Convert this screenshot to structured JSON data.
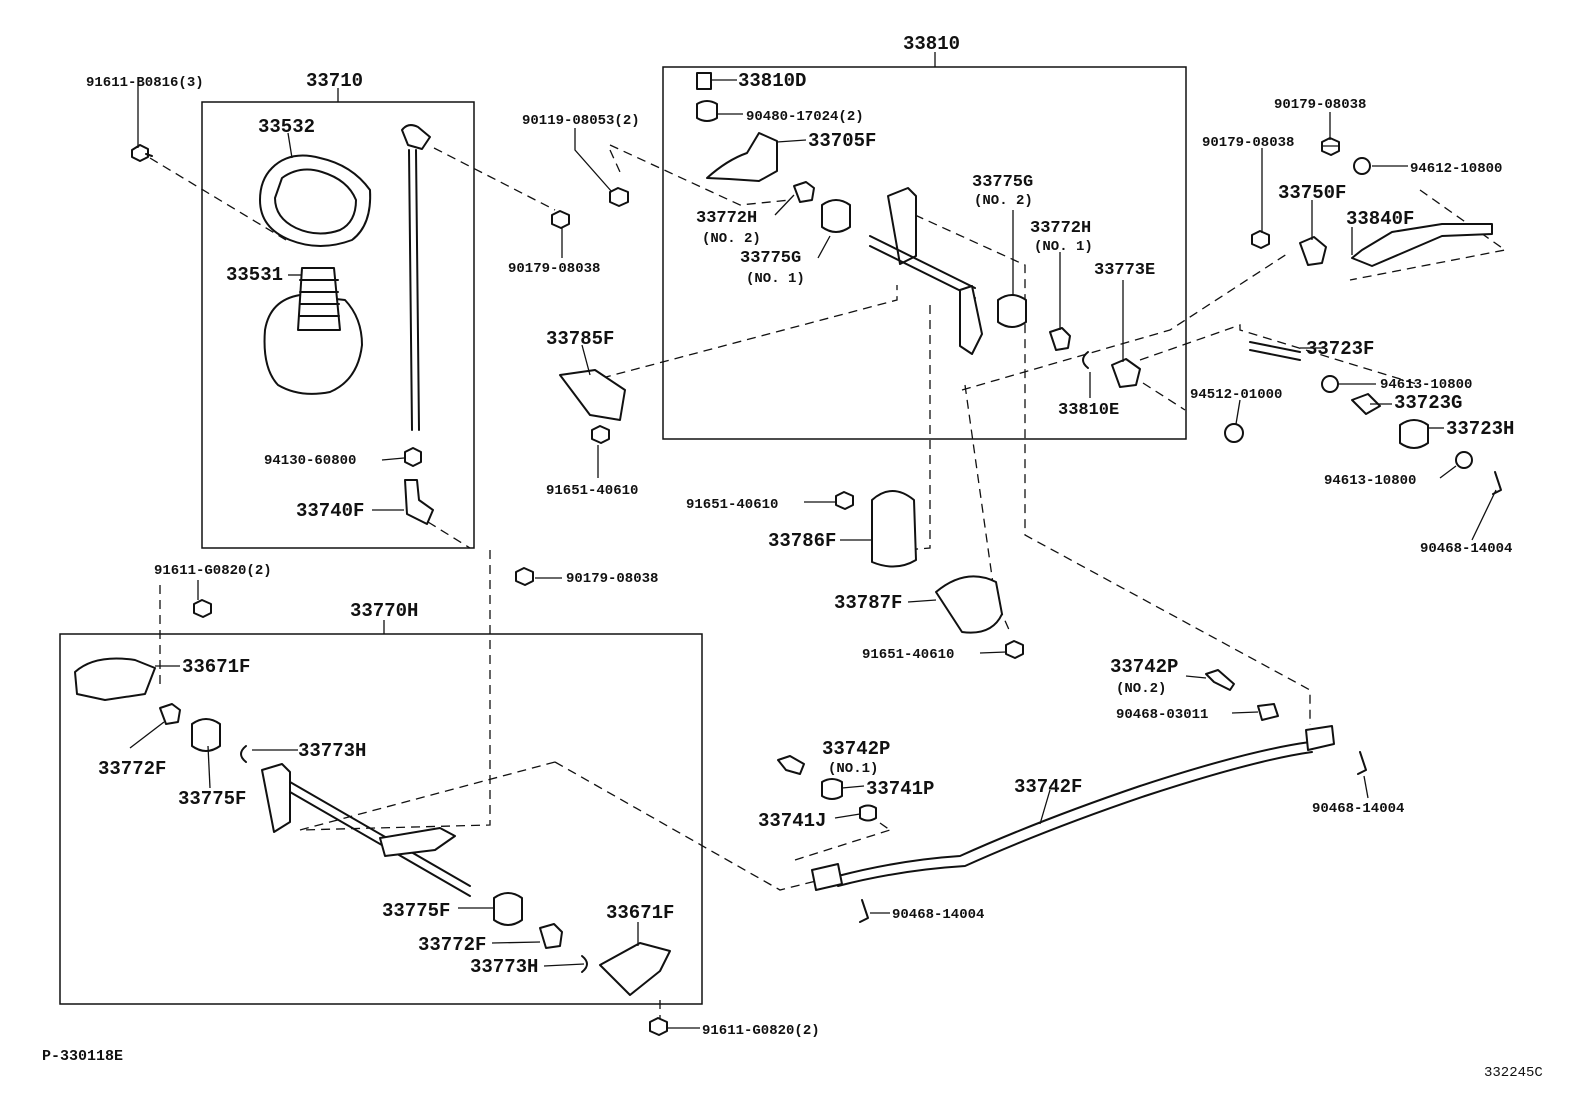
{
  "diagram": {
    "ref_left": "P-330118E",
    "ref_right": "332245C",
    "groups": {
      "g33710": "33710",
      "g33810": "33810",
      "g33770H": "33770H"
    },
    "labels": {
      "l91611_B0816": "91611-B0816(3)",
      "l33532": "33532",
      "l33531": "33531",
      "l94130_60800": "94130-60800",
      "l33740F": "33740F",
      "l90119_08053": "90119-08053(2)",
      "l90179_08038_a": "90179-08038",
      "l33785F": "33785F",
      "l91651_40610_a": "91651-40610",
      "l90179_08038_b": "90179-08038",
      "l91611_G0820_top": "91611-G0820(2)",
      "l33810D": "33810D",
      "l90480_17024": "90480-17024(2)",
      "l33705F": "33705F",
      "l33772H_2": "33772H",
      "l33772H_2_note": "(NO. 2)",
      "l33775G_1": "33775G",
      "l33775G_1_note": "(NO. 1)",
      "l33775G_2": "33775G",
      "l33775G_2_note": "(NO. 2)",
      "l33772H_1": "33772H",
      "l33772H_1_note": "(NO. 1)",
      "l33773E": "33773E",
      "l33810E": "33810E",
      "l91651_40610_b": "91651-40610",
      "l33786F": "33786F",
      "l33787F": "33787F",
      "l91651_40610_c": "91651-40610",
      "l90179_08038_c": "90179-08038",
      "l90179_08038_d": "90179-08038",
      "l94612_10800": "94612-10800",
      "l33750F": "33750F",
      "l33840F": "33840F",
      "l33723F": "33723F",
      "l94613_10800_a": "94613-10800",
      "l94512_01000": "94512-01000",
      "l33723G": "33723G",
      "l33723H": "33723H",
      "l94613_10800_b": "94613-10800",
      "l90468_14004_a": "90468-14004",
      "l33671F_a": "33671F",
      "l33772F": "33772F",
      "l33775F_a": "33775F",
      "l33773H_a": "33773H",
      "l33775F_b": "33775F",
      "l33772F_b": "33772F",
      "l33773H_b": "33773H",
      "l33671F_b": "33671F",
      "l91611_G0820_bot": "91611-G0820(2)",
      "l33742P_2": "33742P",
      "l33742P_2_note": "(NO.2)",
      "l90468_03011": "90468-03011",
      "l33742P_1": "33742P",
      "l33742P_1_note": "(NO.1)",
      "l33741P": "33741P",
      "l33741J": "33741J",
      "l33742F": "33742F",
      "l90468_14004_b": "90468-14004",
      "l90468_14004_c": "90468-14004"
    }
  }
}
